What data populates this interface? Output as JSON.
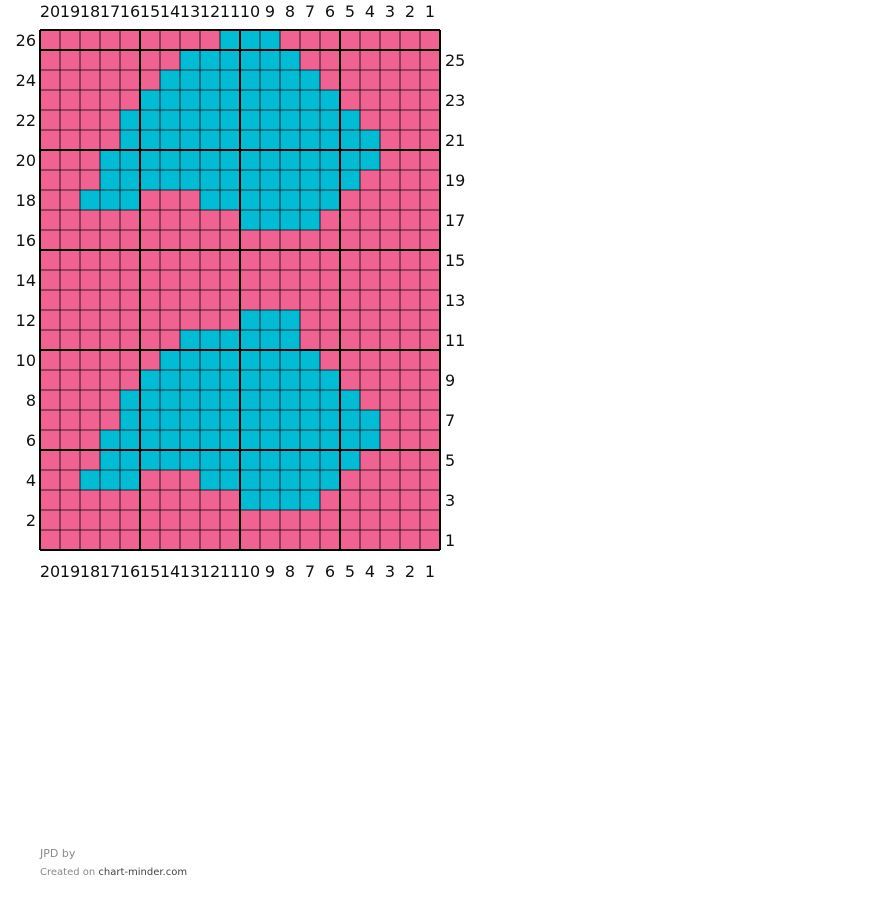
{
  "chart_data": {
    "type": "grid_pattern",
    "columns": 20,
    "rows": 26,
    "colors": {
      "A": "#f06292",
      "B": "#00bcd4",
      "grid_line": "#000000"
    },
    "column_numbers": [
      "20",
      "19",
      "18",
      "17",
      "16",
      "15",
      "14",
      "13",
      "12",
      "11",
      "10",
      "9",
      "8",
      "7",
      "6",
      "5",
      "4",
      "3",
      "2",
      "1"
    ],
    "left_row_numbers": [
      "26",
      "24",
      "22",
      "20",
      "18",
      "16",
      "14",
      "12",
      "10",
      "8",
      "6",
      "4",
      "2"
    ],
    "right_row_numbers": [
      "25",
      "23",
      "21",
      "19",
      "17",
      "15",
      "13",
      "11",
      "9",
      "7",
      "5",
      "3",
      "1"
    ],
    "pattern_rows_top_to_bottom": [
      "AAAAAAAAABBBAAAAAAAA",
      "AAAAAAABBBBBBAAAAAAA",
      "AAAAAABBBBBBBBAAAAAA",
      "AAAAABBBBBBBBBBAAAAA",
      "AAAABBBBBBBBBBBBAAAA",
      "AAAABBBBBBBBBBBBBAAA",
      "AAABBBBBBBBBBBBBBAAA",
      "AAABBBBBBBBBBBBBAAAA",
      "AABBBAAABBBBBBBAAAAA",
      "AAAAAAAAAABBBBAAAAAA",
      "AAAAAAAAAAAAAAAAAAAA",
      "AAAAAAAAAAAAAAAAAAAA",
      "AAAAAAAAAAAAAAAAAAAA",
      "AAAAAAAAAAAAAAAAAAAA",
      "AAAAAAAAAABBBAAAAAAA",
      "AAAAAAABBBBBBAAAAAAA",
      "AAAAAABBBBBBBBAAAAAA",
      "AAAAABBBBBBBBBBAAAAA",
      "AAAABBBBBBBBBBBBAAAA",
      "AAAABBBBBBBBBBBBBAAA",
      "AAABBBBBBBBBBBBBBAAA",
      "AAABBBBBBBBBBBBBAAAA",
      "AABBBAAABBBBBBBAAAAA",
      "AAAAAAAAAABBBBAAAAAA",
      "AAAAAAAAAAAAAAAAAAAA",
      "AAAAAAAAAAAAAAAAAAAA"
    ]
  },
  "footer": {
    "title": "JPD",
    "title_suffix": "by",
    "credit_prefix": "Created on",
    "credit_site": "chart-minder.com"
  }
}
